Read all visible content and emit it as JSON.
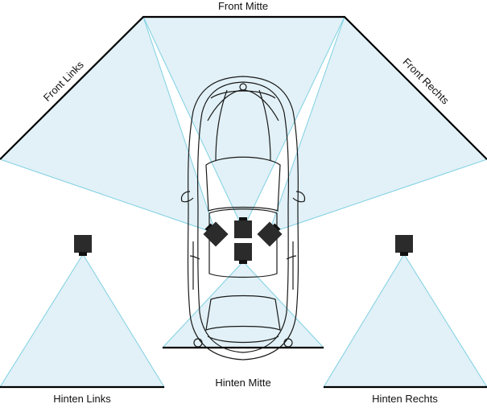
{
  "colors": {
    "coverage_fill": "#e1f1f7",
    "coverage_line": "#7fd0e2",
    "speaker": "#2b2b2b",
    "wall": "#000000"
  },
  "labels": {
    "front_mitte": "Front Mitte",
    "front_links": "Front Links",
    "front_rechts": "Front Rechts",
    "hinten_links": "Hinten Links",
    "hinten_mitte": "Hinten Mitte",
    "hinten_rechts": "Hinten Rechts"
  },
  "icons": {
    "car": "car-top-view-icon",
    "speaker": "speaker-icon"
  }
}
